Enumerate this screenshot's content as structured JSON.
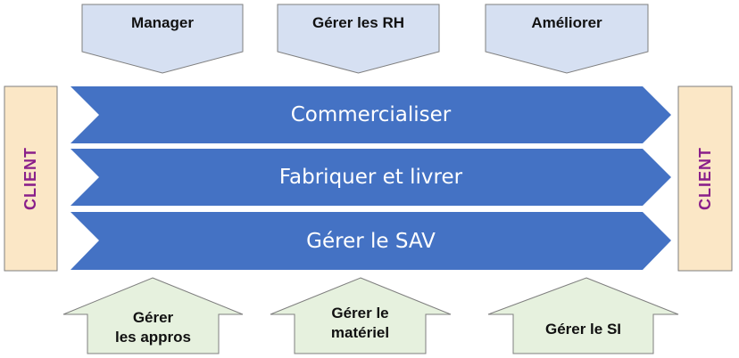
{
  "management": [
    {
      "label": "Manager"
    },
    {
      "label": "Gérer les RH"
    },
    {
      "label": "Améliorer"
    }
  ],
  "core": [
    {
      "label": "Commercialiser"
    },
    {
      "label": "Fabriquer et livrer"
    },
    {
      "label": "Gérer le SAV"
    }
  ],
  "support": [
    {
      "line1": "Gérer",
      "line2": "les appros"
    },
    {
      "line1": "Gérer le",
      "line2": "matériel"
    },
    {
      "line1": "Gérer le SI",
      "line2": ""
    }
  ],
  "client_left": "CLIENT",
  "client_right": "CLIENT",
  "colors": {
    "management_fill": "#d6e0f2",
    "core_fill": "#4472c4",
    "support_fill": "#e6f1de",
    "client_fill": "#fbe7c6",
    "client_text": "#8a1f8a"
  }
}
